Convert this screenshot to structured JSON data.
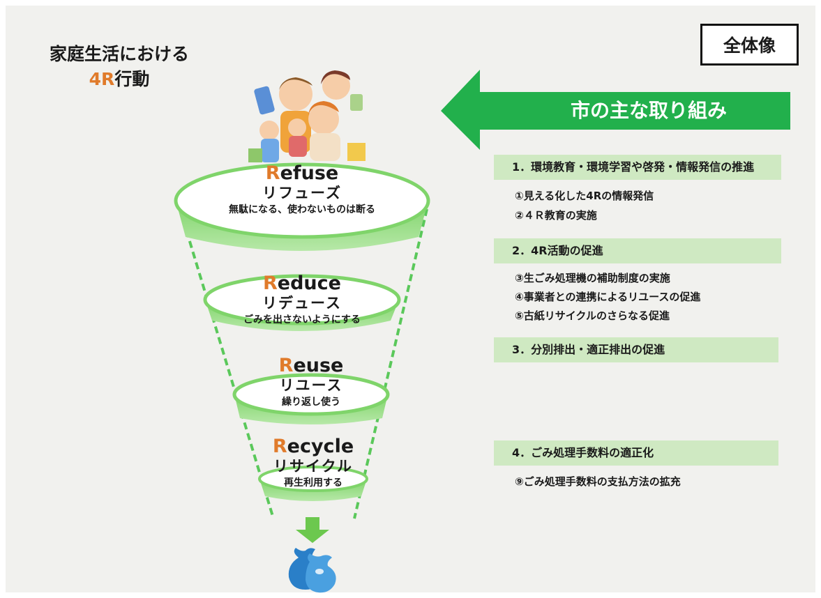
{
  "title": {
    "line1": "家庭生活における",
    "line2_accent": "4R",
    "line2_rest": "行動"
  },
  "overview_label": "全体像",
  "arrow_label": "市の主な取り組み",
  "stages": [
    {
      "initial": "R",
      "rest": "efuse",
      "ja": "リフューズ",
      "desc": "無駄になる、使わないものは断る"
    },
    {
      "initial": "R",
      "rest": "educe",
      "ja": "リデュース",
      "desc": "ごみを出さないようにする"
    },
    {
      "initial": "R",
      "rest": "euse",
      "ja": "リユース",
      "desc": "繰り返し使う"
    },
    {
      "initial": "R",
      "rest": "ecycle",
      "ja": "リサイクル",
      "desc": "再生利用する"
    }
  ],
  "sections": [
    {
      "label": "1．環境教育・環境学習や啓発・情報発信の推進",
      "items": [
        "①見える化した4Rの情報発信",
        "②４Ｒ教育の実施"
      ]
    },
    {
      "label": "2．4R活動の促進",
      "items": [
        "③生ごみ処理機の補助制度の実施",
        "④事業者との連携によるリユースの促進",
        "⑤古紙リサイクルのさらなる促進"
      ]
    },
    {
      "label": "3．分別排出・適正排出の促進",
      "items": []
    },
    {
      "label": "4．ごみ処理手数料の適正化",
      "items": [
        "⑨ごみ処理手数料の支払方法の拡充"
      ]
    }
  ],
  "colors": {
    "accent": "#e07b2b",
    "green": "#22b04c",
    "light_green": "#cfe9c2",
    "funnel_green": "#9fde8f",
    "bag_blue": "#2a7fc8"
  },
  "icons": [
    "family-illustration",
    "down-arrow-icon",
    "garbage-bag-icon"
  ]
}
